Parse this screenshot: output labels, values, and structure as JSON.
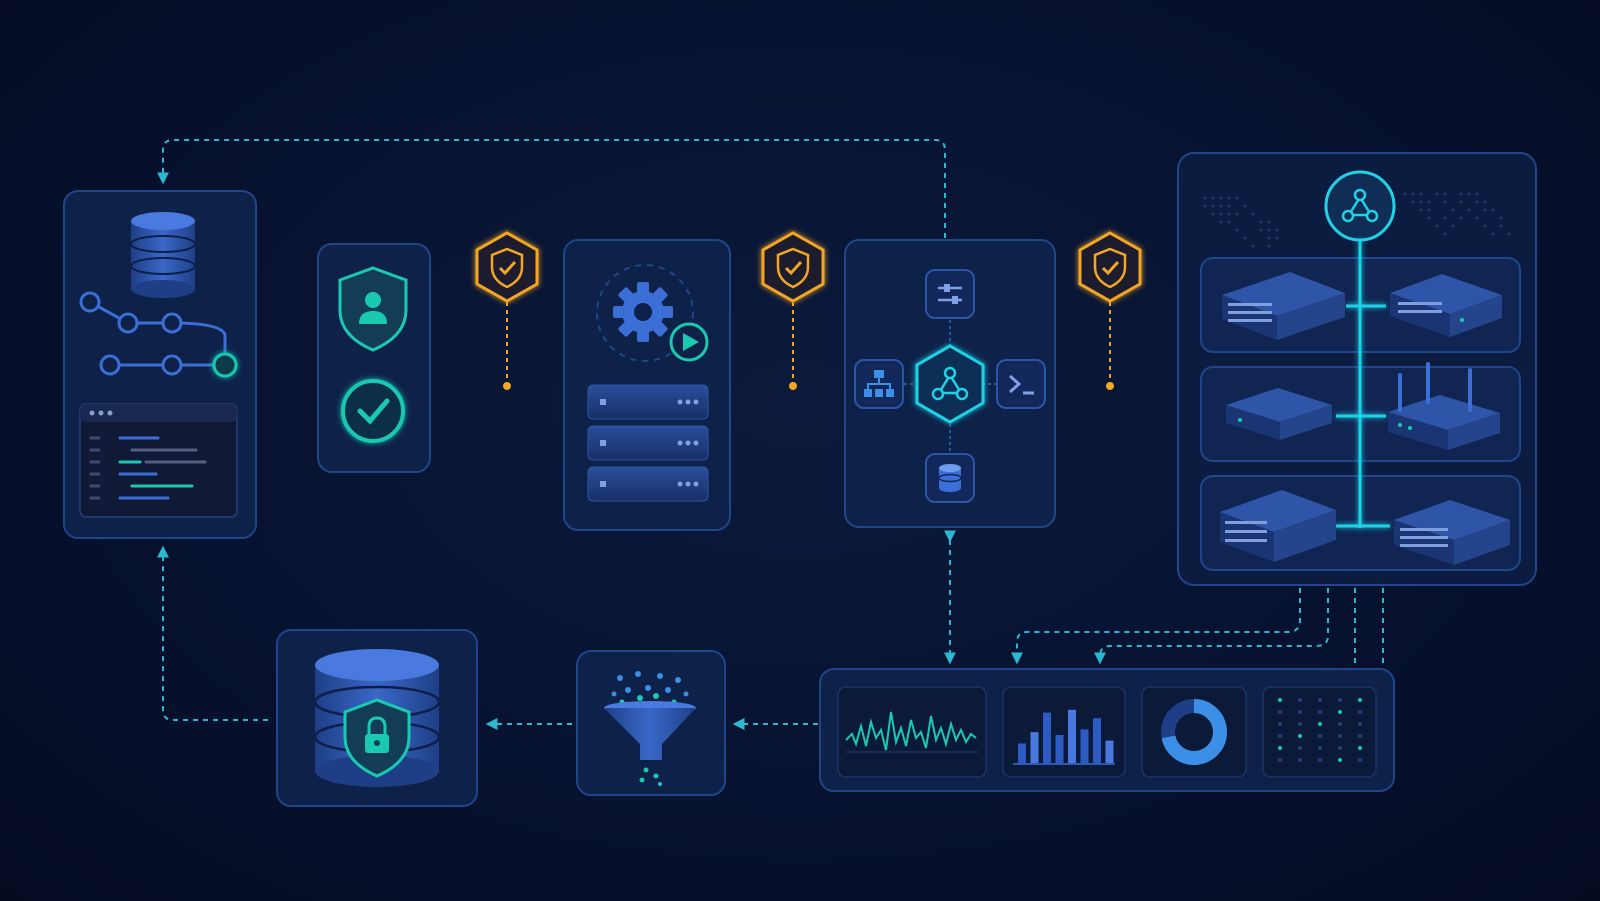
{
  "colors": {
    "background": "#071230",
    "panel_fill": "#0e2149",
    "panel_stroke": "#1f4689",
    "flow_cyan": "#1fd2e6",
    "gate_gold": "#f2a623",
    "icon_blue": "#3b6fd6",
    "accent_green": "#19c9b0"
  },
  "stages": [
    {
      "id": "source",
      "icons": [
        "database-icon",
        "git-branch-icon",
        "code-editor-icon"
      ]
    },
    {
      "id": "auth",
      "icons": [
        "user-shield-icon",
        "check-circle-icon"
      ]
    },
    {
      "id": "build",
      "icons": [
        "gear-icon",
        "play-icon",
        "server-stack-icon"
      ]
    },
    {
      "id": "orchestrate",
      "icons": [
        "hub-icon",
        "settings-sliders-icon",
        "hierarchy-icon",
        "terminal-icon",
        "database-icon"
      ]
    },
    {
      "id": "deploy",
      "icons": [
        "hub-icon",
        "network-switch-icon",
        "router-icon",
        "world-map-icon"
      ]
    },
    {
      "id": "monitor",
      "icons": [
        "waveform-chart-icon",
        "bar-chart-icon",
        "donut-chart-icon",
        "matrix-icon"
      ]
    },
    {
      "id": "filter",
      "icons": [
        "funnel-icon"
      ]
    },
    {
      "id": "secure-storage",
      "icons": [
        "database-lock-icon"
      ]
    }
  ],
  "gates": [
    {
      "id": "gate-1",
      "icon": "shield-check-icon"
    },
    {
      "id": "gate-2",
      "icon": "shield-check-icon"
    },
    {
      "id": "gate-3",
      "icon": "shield-check-icon"
    }
  ],
  "monitor_bars": [
    0.35,
    0.55,
    0.9,
    0.5,
    0.95,
    0.6,
    0.8,
    0.4
  ],
  "monitor_donut": [
    0.72,
    0.28
  ]
}
